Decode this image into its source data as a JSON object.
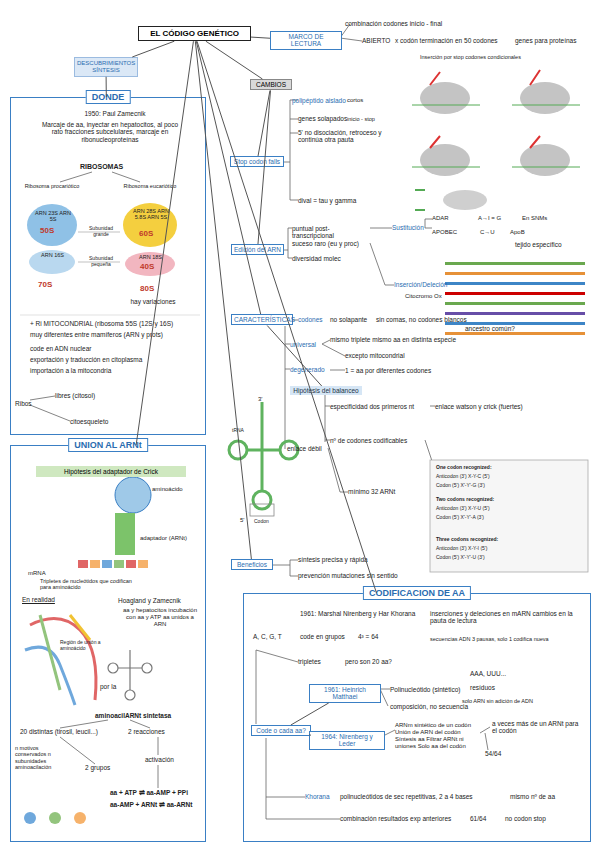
{
  "diagram": {
    "nodes": [
      {
        "text": [
          "EL CÓDIGO GENÉTICO"
        ]
      },
      {
        "text": [
          "DESCUBRIMIENTOS SÍNTESIS"
        ]
      },
      {
        "text": [
          "DONDE"
        ]
      },
      {
        "text": [
          "UNION AL ARNt"
        ]
      },
      {
        "text": [
          "MARCO DE LECTURA"
        ]
      },
      {
        "text": [
          "CAMBIOS"
        ]
      },
      {
        "text": [
          "Stop codon falls"
        ]
      },
      {
        "text": [
          "Edición del ARN"
        ]
      },
      {
        "text": [
          "CARACTERÍSTICAS"
        ]
      },
      {
        "text": [
          "Hipótesis del balanceo"
        ]
      },
      {
        "text": [
          "Beneficios"
        ]
      },
      {
        "text": [
          "CODIFICACION DE AA"
        ]
      },
      {
        "text": [
          "Hipótesis del adaptador de Crick"
        ],
        "in": 3
      },
      {
        "text": [
          "Code o cada aa?"
        ],
        "in": 11
      },
      {
        "text": [
          "1961: Heinrich Matthaei"
        ],
        "in": 11
      },
      {
        "text": [
          "1964: Nirenberg y Leder"
        ],
        "in": 11
      }
    ],
    "edges": [
      {
        "from": 0,
        "to": 1,
        "arrow": "none"
      },
      {
        "from": 1,
        "to": 2,
        "arrow": "none"
      },
      {
        "from": 0,
        "to": 3,
        "arrow": "none"
      },
      {
        "from": 0,
        "to": 4,
        "arrow": "none"
      },
      {
        "from": 0,
        "to": 5,
        "arrow": "none"
      },
      {
        "from": 5,
        "to": 6,
        "arrow": "none"
      },
      {
        "from": 5,
        "to": 7,
        "arrow": "none"
      },
      {
        "from": 0,
        "to": 8,
        "arrow": "none"
      },
      {
        "from": 8,
        "to": 9,
        "arrow": "none"
      },
      {
        "from": 0,
        "to": 10,
        "arrow": "none"
      },
      {
        "from": 0,
        "to": 11,
        "arrow": "none"
      },
      {
        "from": 13,
        "to": 14,
        "arrow": "none"
      },
      {
        "from": 13,
        "to": 15,
        "arrow": "none"
      }
    ],
    "labels": [
      "combinación codones inicio - final",
      "ABIERTO",
      "x codón terminación en 50 codones",
      "genes para proteínas",
      "Inserción por stop codones condicionales",
      "polipéptido aislado",
      "cortos",
      "genes solapados",
      "inicio - stop",
      "5' no disociación, retroceso y continúa otra pauta",
      "dival = tau y gamma",
      "puntual post-transcripcional",
      "suceso raro (eu y proc)",
      "diversidad molec",
      "Sustitución",
      "ADAR",
      "A→I = G",
      "En SNMs",
      "APOBEC",
      "C→U",
      "ApoB",
      "tejido específico",
      "Inserción/Deleción",
      "Citocromo Ox",
      "codones",
      "no solapante",
      "sin comas, no codones blancos",
      "universal",
      "mismo triplete mismo aa en distinta especie",
      "excepto mitocondrial",
      "ancestro común?",
      "degenerado",
      "1 = aa por diferentes codones",
      "especificidad dos primeros nt",
      "enlace watson y crick (fuertes)",
      "enlace débil",
      "nº de codones codificables",
      "mínimo 32 ARNt",
      "One codon recognized:",
      "Anticodon (3') X-Y-C (5')",
      "Codon (5') X'-Y'-G (3')",
      "Two codons recognized:",
      "Anticodon (3') X-Y-U (5')",
      "Codon (5') X'-Y'-A (3')",
      "Three codons recognized:",
      "Anticodon (3') X-Y-I (5')",
      "Codon (5') X'-Y'-U (3')",
      "síntesis precisa y rápida",
      "prevención mutaciones sin sentido",
      "1961: Marshal Nirenberg y Har Khorana",
      "A, C, G, T",
      "code en grupos",
      "4³ = 64",
      "tripletes",
      "pero son 20 aa?",
      "inserciones y deleciones en mARN cambios en la pauta de lectura",
      "secuencias ADN 3 pausas, solo 1 codifica nueva",
      "AAA, UUU...",
      "resíduos",
      "Polinucleótido (sintético)",
      "solo ARN sin adición de ADN",
      "composición, no secuencia",
      "ARNm sintético de un codón Unión de ARN del codón Síntesis aa Filtrar ARNt ni uniones Solo aa del codón",
      "a veces más de un ARNt para el codón",
      "54/64",
      "Khorana",
      "polinucleótidos de sec repetitivas, 2 a 4 bases",
      "mismo nº de aa",
      "combinación resultados exp anteriores",
      "61/64",
      "no codon stop",
      "1950: Paul Zamecnik",
      "Marcaje de aa, inyectar en hepatocitos, al poco rato fracciones subcelulares, marcaje en ribonucleoproteínas",
      "RIBOSOMAS",
      "Ribosoma procariótico",
      "Ribosoma eucariótico",
      "ARN 23S ARN 5S",
      "50S",
      "Subunidad grande",
      "ARN 16S",
      "Subunidad pequeña",
      "70S",
      "ARN 28S ARN 5.8S ARN 5S",
      "60S",
      "ARN 18S",
      "40S",
      "80S",
      "hay variaciones",
      "+ Ri MITOCONDRIAL (ribosoma 55S (12S y 16S)",
      "muy diferentes entre mamíferos (ARN y prots)",
      "code en ADN nuclear",
      "exportación y traducción en citoplasma",
      "importación a la mitocondria",
      "libres (citosol)",
      "Ribos",
      "citoesqueleto",
      "aminoácido",
      "adaptador (ARNt)",
      "mRNA",
      "Tripletes de nucleótidos que codifican para aminoácido",
      "En realidad",
      "Hoagland y Zamecnik",
      "aa y hepatocitos incubación con aa y ATP aa unidos a ARN",
      "Región de unión a aminoácido",
      "por la",
      "aminoacilARNt sintetasa",
      "20 distintas (tirosil, leucil...)",
      "2 reacciones",
      "n motivos conservados n subunidades aminoacilación",
      "2 grupos",
      "activación",
      "aa + ATP ⇌ aa-AMP + PPi",
      "aa-AMP + ARNt ⇌ aa-ARNt",
      "3'",
      "5'",
      "tRNA",
      "Codon"
    ]
  }
}
